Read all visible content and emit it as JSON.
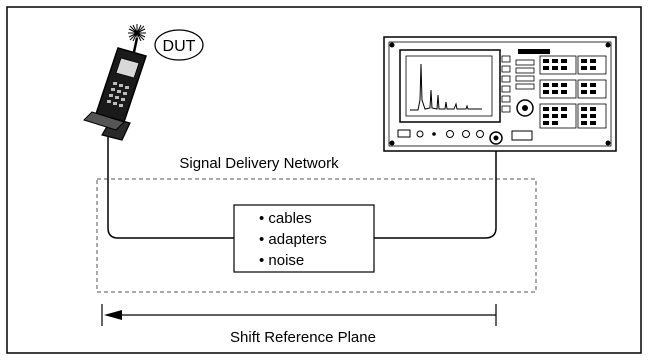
{
  "labels": {
    "dut": "DUT",
    "network_title": "Signal Delivery Network",
    "reference_plane": "Shift Reference Plane"
  },
  "network_items": [
    "• cables",
    "• adapters",
    "• noise"
  ],
  "icons": {
    "device": "handheld-phone-icon",
    "instrument": "spectrum-analyzer-icon",
    "arrow": "arrow-left-icon"
  }
}
